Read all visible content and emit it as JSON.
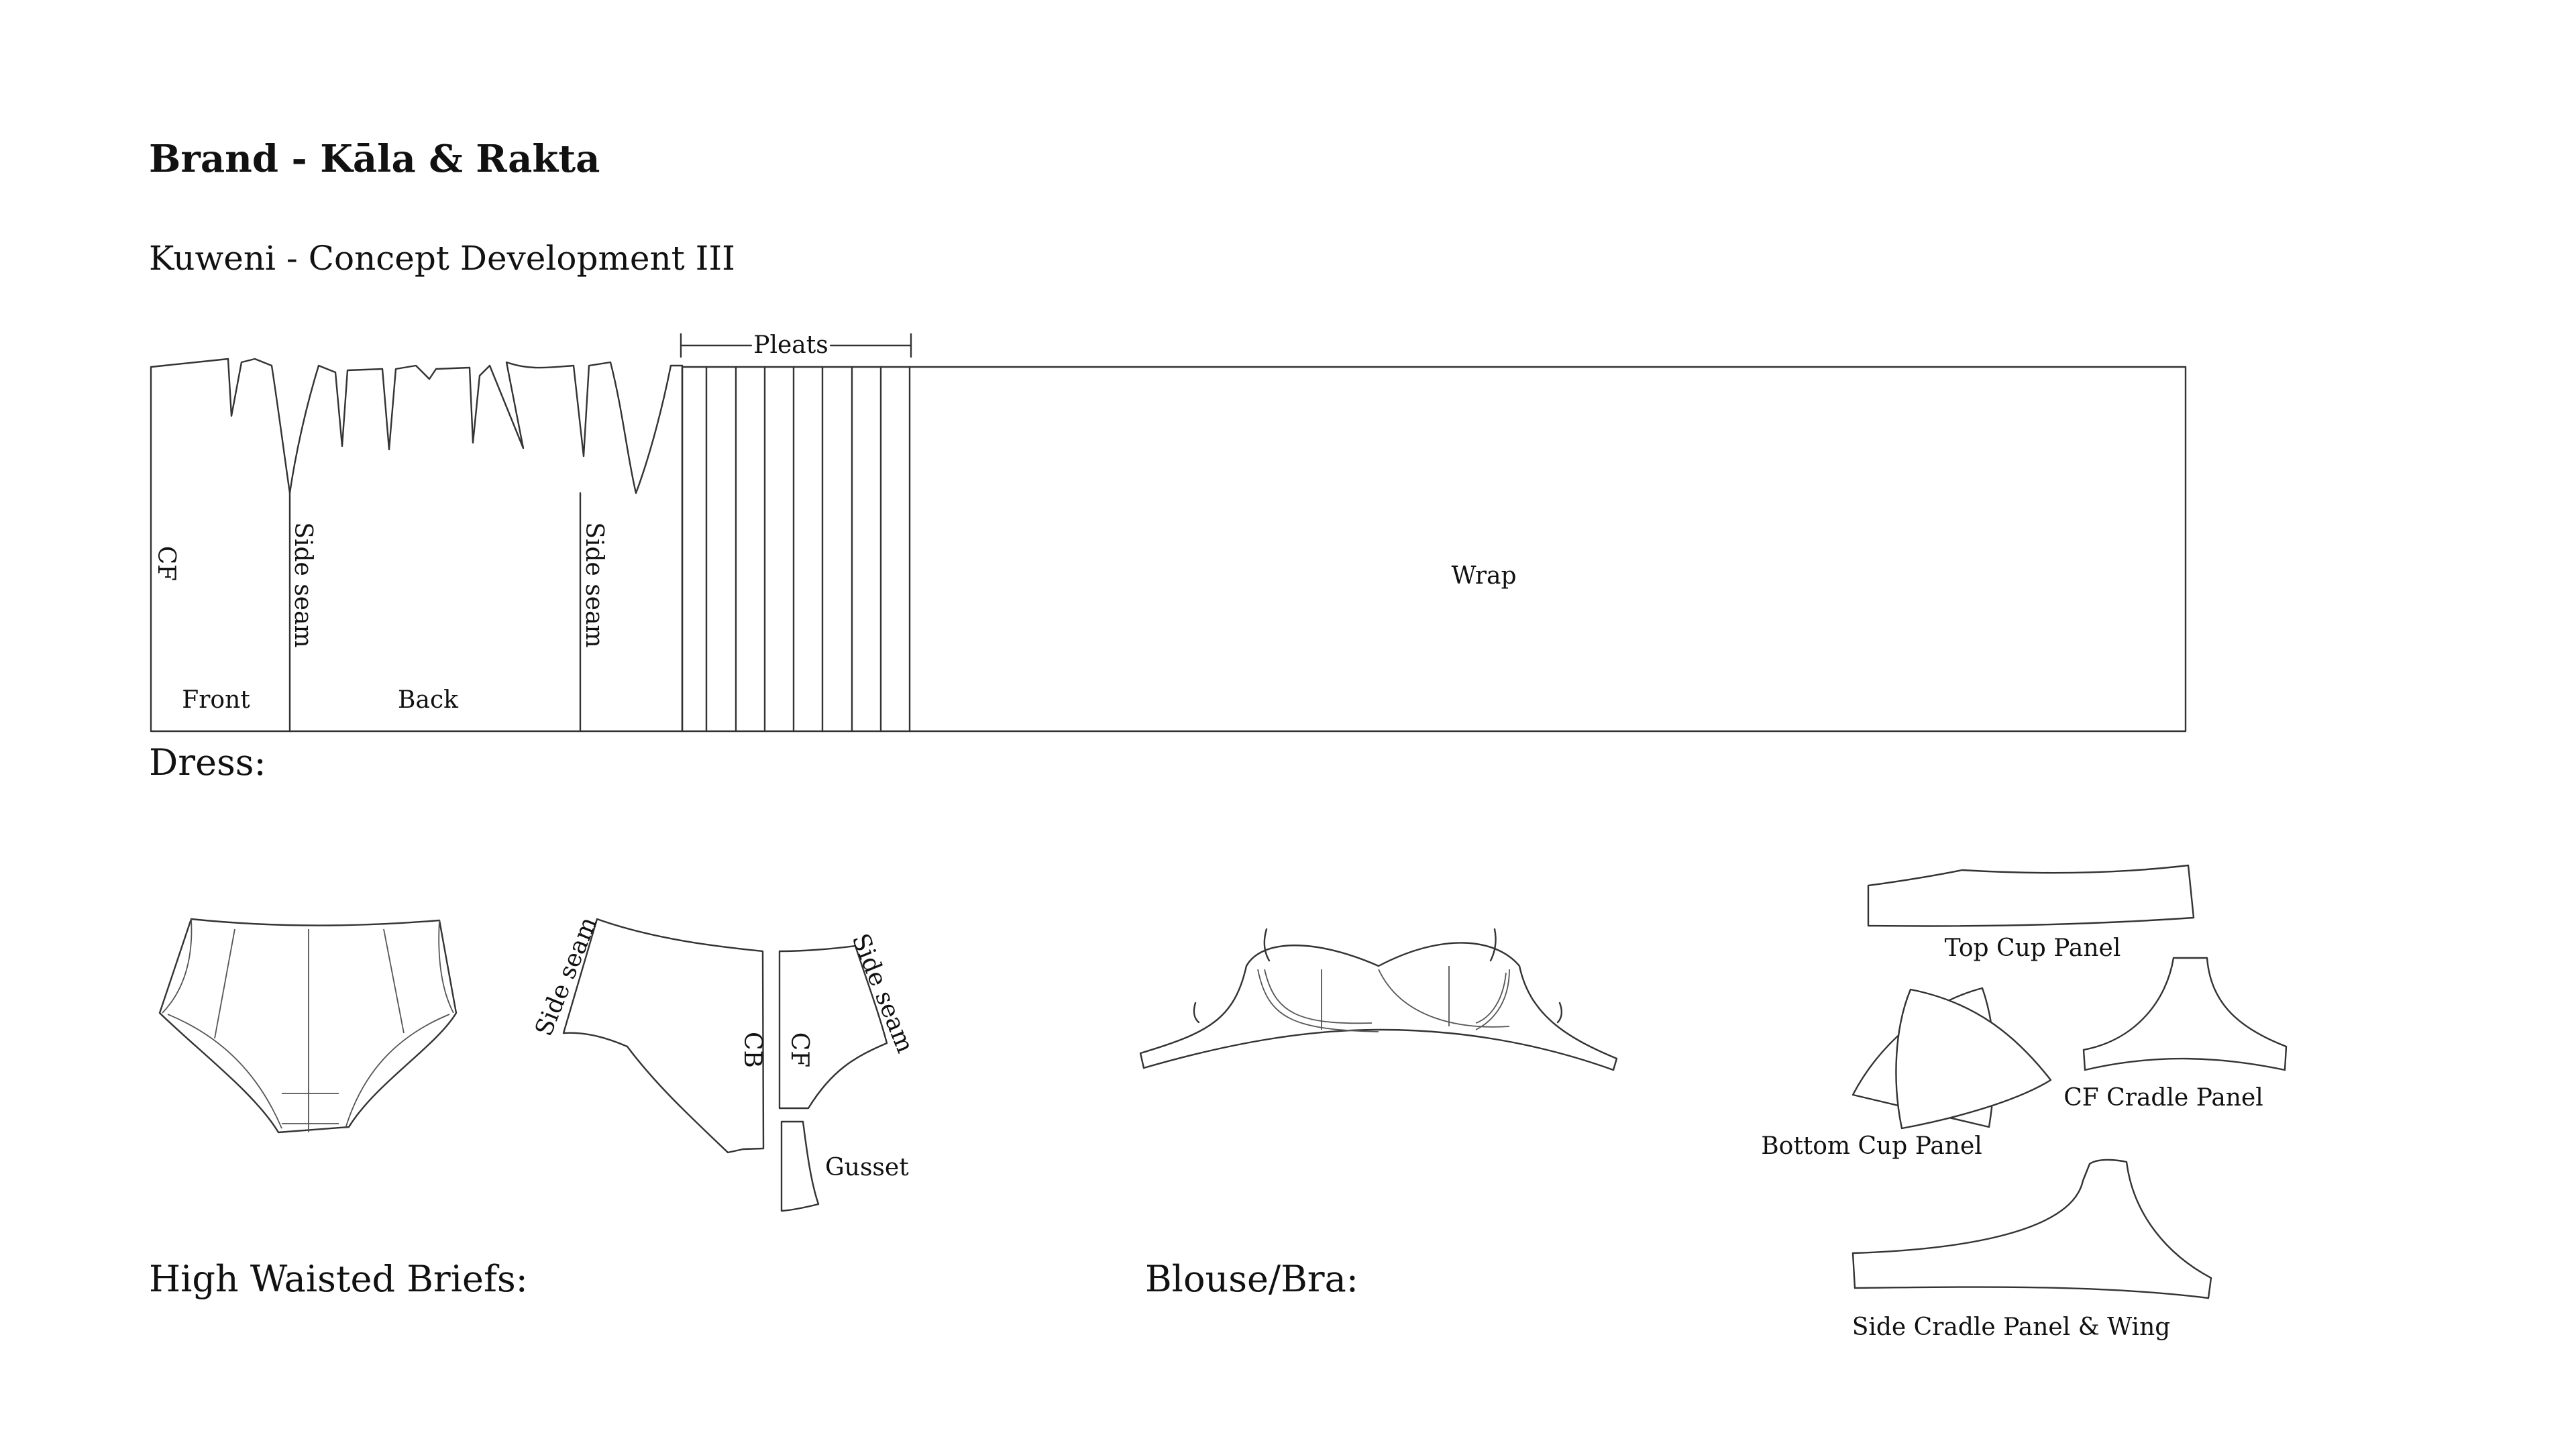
{
  "header": {
    "brand": "Brand - Kāla & Rakta",
    "concept": "Kuweni - Concept Development III"
  },
  "sections": {
    "dress": "Dress:",
    "briefs": "High Waisted Briefs:",
    "bra": "Blouse/Bra:"
  },
  "dress_labels": {
    "pleats": "Pleats",
    "cf": "CF",
    "side_seam_1": "Side seam",
    "side_seam_2": "Side seam",
    "front": "Front",
    "back": "Back",
    "wrap": "Wrap"
  },
  "brief_labels": {
    "side_seam_back": "Side seam",
    "cb": "CB",
    "cf": "CF",
    "side_seam_front": "Side seam",
    "gusset": "Gusset"
  },
  "bra_labels": {
    "top_cup": "Top Cup Panel",
    "bottom_cup": "Bottom Cup Panel",
    "cf_cradle": "CF Cradle Panel",
    "side_cradle": "Side Cradle Panel & Wing"
  },
  "colors": {
    "line": "#333333",
    "text": "#111111",
    "background": "#ffffff"
  }
}
